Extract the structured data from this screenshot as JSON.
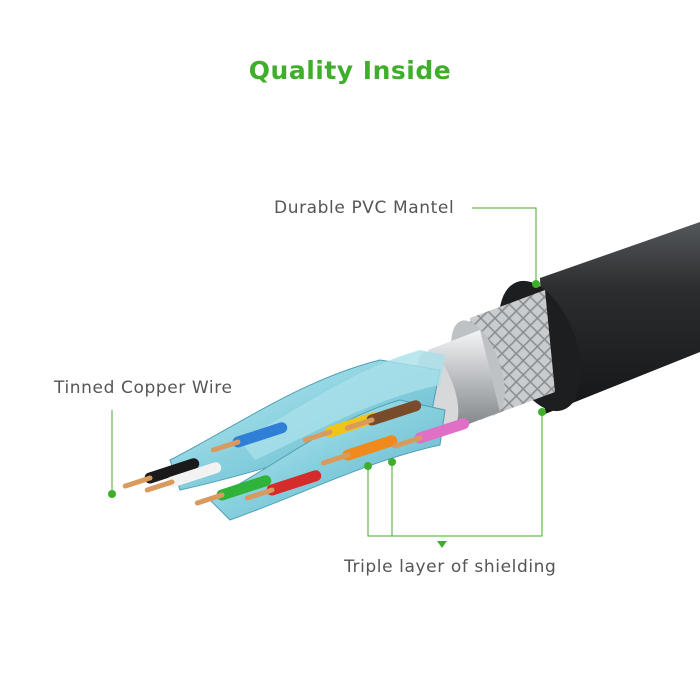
{
  "title": "Quality Inside",
  "callouts": {
    "pvc": "Durable PVC Mantel",
    "copper": "Tinned Copper Wire",
    "shielding": "Triple layer of shielding"
  },
  "colors": {
    "accent": "#3fae2a",
    "jacket": "#2b2d2f",
    "foil": "#8fd3e0",
    "copper": "#d99a5e",
    "braid": "#b9bcbf",
    "text": "#555555"
  },
  "wires": [
    {
      "color": "#1a1a1a"
    },
    {
      "color": "#2f7fd6"
    },
    {
      "color": "#f2f2f2"
    },
    {
      "color": "#2fb33a"
    },
    {
      "color": "#d62b2b"
    },
    {
      "color": "#f0c419"
    },
    {
      "color": "#f08a1c"
    },
    {
      "color": "#7a4b2a"
    },
    {
      "color": "#e06fc6"
    }
  ]
}
